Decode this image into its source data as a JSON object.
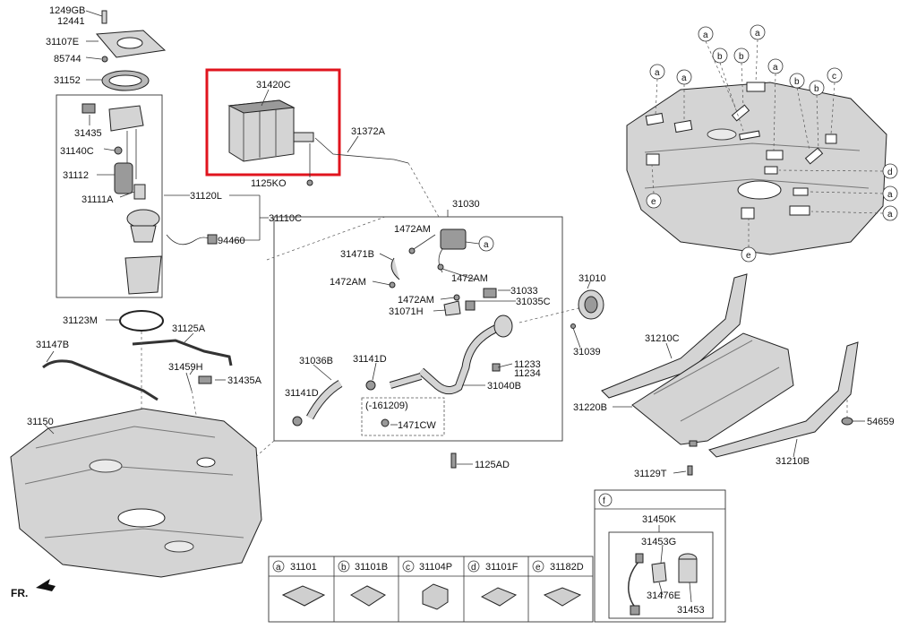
{
  "labels": {
    "l1249gb": "1249GB",
    "l12441": "12441",
    "l31107e": "31107E",
    "l85744": "85744",
    "l31152": "31152",
    "l31435": "31435",
    "l31140c": "31140C",
    "l31112": "31112",
    "l31111a": "31111A",
    "l31120l": "31120L",
    "l31110c": "31110C",
    "l94460": "94460",
    "l31420c": "31420C",
    "l31372a": "31372A",
    "l1125ko": "1125KO",
    "l31030": "31030",
    "l1472am_a": "1472AM",
    "l31471b": "31471B",
    "l1472am_b": "1472AM",
    "l1472am_c": "1472AM",
    "l1472am_d": "1472AM",
    "l31033": "31033",
    "l31035c": "31035C",
    "l31071h": "31071H",
    "l31010": "31010",
    "l31039": "31039",
    "l31036b": "31036B",
    "l31141d_a": "31141D",
    "l31141d_b": "31141D",
    "l11233": "11233",
    "l11234": "11234",
    "l31040b": "31040B",
    "l161209": "(-161209)",
    "l1471cw": "1471CW",
    "l1125ad": "1125AD",
    "l31123m": "31123M",
    "l31125a": "31125A",
    "l31147b": "31147B",
    "l31459h": "31459H",
    "l31435a": "31435A",
    "l31150": "31150",
    "l31210c": "31210C",
    "l31220b": "31220B",
    "l54659": "54659",
    "l31210b": "31210B",
    "l31129t": "31129T",
    "l31450k": "31450K",
    "l31453g": "31453G",
    "l31476e": "31476E",
    "l31453": "31453",
    "fr": "FR.",
    "inset_f": "f"
  },
  "callouts": [
    "a",
    "b",
    "c",
    "d",
    "e"
  ],
  "legend": [
    {
      "key": "a",
      "part": "31101"
    },
    {
      "key": "b",
      "part": "31101B"
    },
    {
      "key": "c",
      "part": "31104P"
    },
    {
      "key": "d",
      "part": "31101F"
    },
    {
      "key": "e",
      "part": "31182D"
    }
  ],
  "colors": {
    "highlight": "#e0141e"
  }
}
